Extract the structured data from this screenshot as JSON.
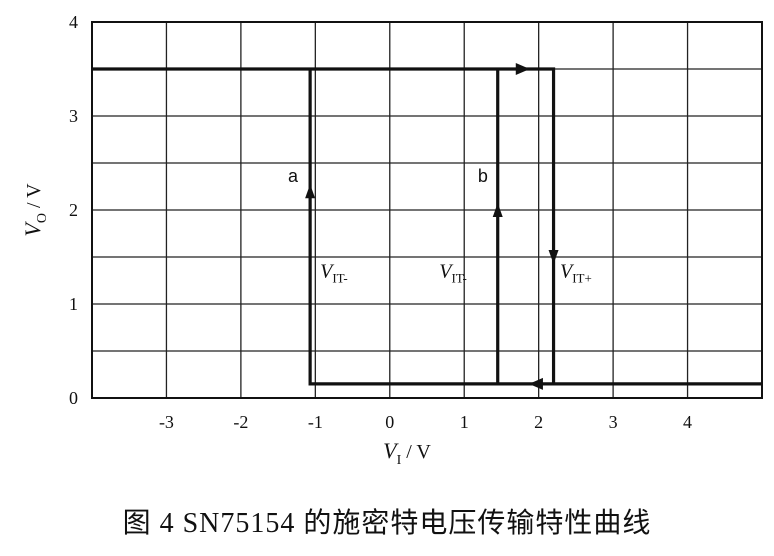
{
  "caption": "图 4   SN75154 的施密特电压传输特性曲线",
  "chart_data": {
    "type": "line",
    "xlabel": {
      "main": "V",
      "sub": "I",
      "unit": " / V"
    },
    "ylabel": {
      "main": "V",
      "sub": "O",
      "unit": " / V"
    },
    "xlim": [
      -4,
      5
    ],
    "ylim": [
      0,
      4
    ],
    "x_ticks": [
      -3,
      -2,
      -1,
      0,
      1,
      2,
      3,
      4
    ],
    "y_ticks": [
      0,
      1,
      2,
      3,
      4
    ],
    "grid": true,
    "series": [
      {
        "x": [
          -4,
          -1.07,
          2.2,
          2.2,
          5
        ],
        "y": [
          3.5,
          3.5,
          3.5,
          0.15,
          0.15
        ]
      },
      {
        "x": [
          2.2,
          -1.07,
          -1.07
        ],
        "y": [
          0.15,
          0.15,
          3.5
        ]
      },
      {
        "x": [
          1.45,
          1.45
        ],
        "y": [
          0.15,
          3.5
        ]
      }
    ],
    "arrows": [
      {
        "x": 1.8,
        "y": 3.5,
        "dir": "right"
      },
      {
        "x": 2.2,
        "y": 1.5,
        "dir": "down"
      },
      {
        "x": 1.95,
        "y": 0.15,
        "dir": "left"
      },
      {
        "x": -1.07,
        "y": 2.2,
        "dir": "up"
      },
      {
        "x": 1.45,
        "y": 2.0,
        "dir": "up"
      }
    ],
    "annotations": [
      {
        "text": "a",
        "x": -1.3,
        "y": 2.3
      },
      {
        "text": "b",
        "x": 1.25,
        "y": 2.3
      }
    ],
    "threshold_labels": [
      {
        "main": "V",
        "sub": "IT-",
        "x": -0.75,
        "y": 1.28
      },
      {
        "main": "V",
        "sub": "IT-",
        "x": 0.85,
        "y": 1.28
      },
      {
        "main": "V",
        "sub": "IT+",
        "x": 2.5,
        "y": 1.28
      }
    ]
  }
}
